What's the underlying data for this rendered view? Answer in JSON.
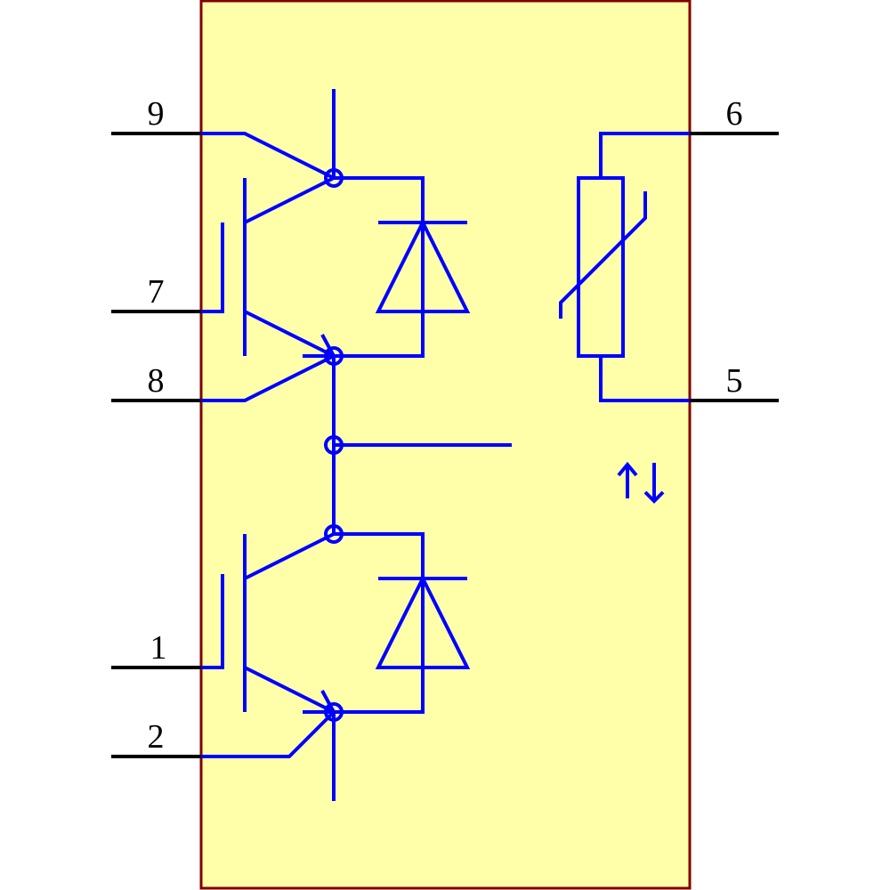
{
  "diagram": {
    "colors": {
      "body_fill": "#ffffaa",
      "body_border": "#800000",
      "wire": "#0000ff",
      "pin": "#000000"
    },
    "pins": {
      "left": [
        {
          "label": "9"
        },
        {
          "label": "7"
        },
        {
          "label": "8"
        },
        {
          "label": "1"
        },
        {
          "label": "2"
        }
      ],
      "right": [
        {
          "label": "6"
        },
        {
          "label": "5"
        }
      ]
    },
    "symbols": [
      "igbt-upper",
      "diode-upper",
      "igbt-lower",
      "diode-lower",
      "ntc-thermistor",
      "up-down-arrows-icon"
    ]
  }
}
